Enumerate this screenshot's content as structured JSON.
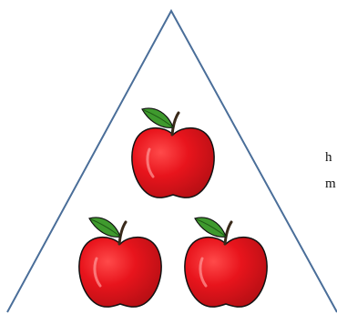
{
  "side_text": {
    "line1": "h",
    "line2": "m"
  },
  "colors": {
    "triangle_stroke": "#4a6e99",
    "apple_fill": "#e8141c",
    "apple_dark": "#b40f14",
    "leaf": "#3f9a2e",
    "stem": "#3a2a1a"
  },
  "icons": {
    "apple_count": 3,
    "apple_icon": "apple-icon",
    "shape": "triangle-outline"
  }
}
